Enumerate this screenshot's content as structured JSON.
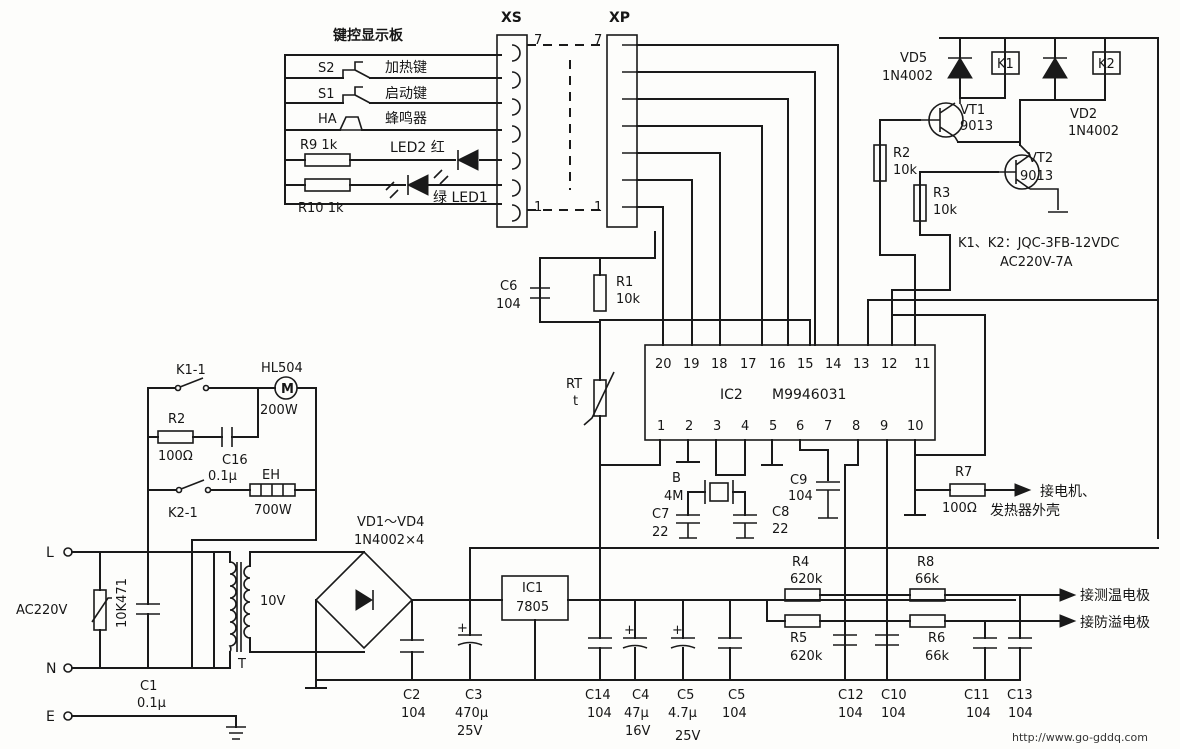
{
  "panel": {
    "title": "键控显示板",
    "s2": "S2",
    "s2_name": "加热键",
    "s1": "S1",
    "s1_name": "启动键",
    "ha": "HA",
    "ha_name": "蜂鸣器",
    "r9": "R9 1k",
    "led2": "LED2 红",
    "r10": "R10 1k",
    "led1": "绿 LED1"
  },
  "connectors": {
    "xs": "XS",
    "xp": "XP",
    "pin7": "7",
    "pin1": "1"
  },
  "relays": {
    "vd5": "VD5",
    "vd5_type": "1N4002",
    "k1": "K1",
    "k2": "K2",
    "vt1": "VT1",
    "vt1_type": "9013",
    "vd2": "VD2",
    "vd2_type": "1N4002",
    "vt2": "VT2",
    "vt2_type": "9013",
    "r2": "R2",
    "r2_val": "10k",
    "r3": "R3",
    "r3_val": "10k",
    "spec1": "K1、K2：JQC-3FB-12VDC",
    "spec2": "AC220V-7A"
  },
  "sensor": {
    "c6": "C6",
    "c6_val": "104",
    "r1": "R1",
    "r1_val": "10k",
    "rt": "RT",
    "rt_t": "t"
  },
  "ic2": {
    "ref": "IC2",
    "part": "M9946031",
    "top_pins": [
      "20",
      "19",
      "18",
      "17",
      "16",
      "15",
      "14",
      "13",
      "12",
      "11"
    ],
    "bottom_pins": [
      "1",
      "2",
      "3",
      "4",
      "5",
      "6",
      "7",
      "8",
      "9",
      "10"
    ]
  },
  "clock": {
    "b": "B",
    "b_val": "4M",
    "c7": "C7",
    "c7_val": "22",
    "c8": "C8",
    "c8_val": "22",
    "c9": "C9",
    "c9_val": "104",
    "r7": "R7",
    "r7_val": "100Ω",
    "r7_dest_1": "接电机、",
    "r7_dest_2": "发热器外壳"
  },
  "load": {
    "k11": "K1-1",
    "motor": "HL504",
    "motor_sym": "M",
    "motor_pw": "200W",
    "r2": "R2",
    "r2_val": "100Ω",
    "c16": "C16",
    "c16_val": "0.1μ",
    "k21": "K2-1",
    "eh": "EH",
    "eh_pw": "700W"
  },
  "mains": {
    "l": "L",
    "n": "N",
    "e": "E",
    "ac": "AC220V",
    "varistor": "10K471",
    "c1": "C1",
    "c1_val": "0.1μ",
    "t": "T",
    "t_v": "10V"
  },
  "supply": {
    "vd": "VD1～VD4",
    "vd_type": "1N4002×4",
    "ic1": "IC1",
    "ic1_part": "7805",
    "r4": "R4",
    "r4_val": "620k",
    "r5": "R5",
    "r5_val": "620k",
    "r8": "R8",
    "r8_val": "66k",
    "r6": "R6",
    "r6_val": "66k",
    "out_temp": "接测温电极",
    "out_overflow": "接防溢电极"
  },
  "caps": [
    {
      "ref": "C2",
      "val": "104",
      "v": ""
    },
    {
      "ref": "C3",
      "val": "470μ",
      "v": "25V"
    },
    {
      "ref": "C14",
      "val": "104",
      "v": ""
    },
    {
      "ref": "C4",
      "val": "47μ",
      "v": "16V"
    },
    {
      "ref": "C5",
      "val": "4.7μ",
      "v": "25V"
    },
    {
      "ref": "C5",
      "val": "104",
      "v": ""
    },
    {
      "ref": "C12",
      "val": "104",
      "v": ""
    },
    {
      "ref": "C10",
      "val": "104",
      "v": ""
    },
    {
      "ref": "C11",
      "val": "104",
      "v": ""
    },
    {
      "ref": "C13",
      "val": "104",
      "v": ""
    }
  ],
  "watermark": "http://www.go-gddq.com"
}
